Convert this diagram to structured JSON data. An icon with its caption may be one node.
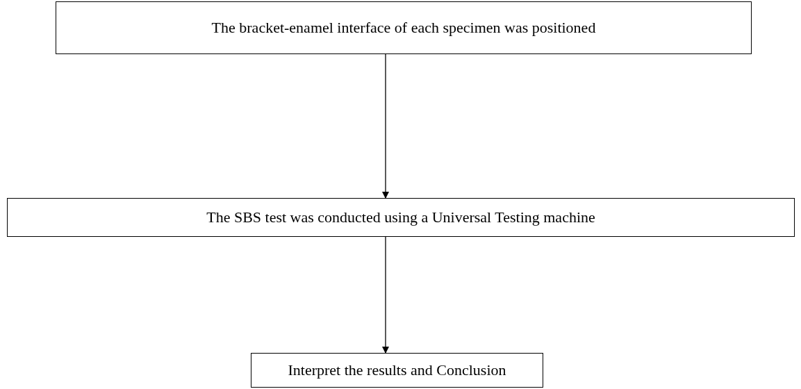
{
  "diagram": {
    "nodes": [
      {
        "text": [
          "The bracket-enamel interface of each specimen was positioned"
        ]
      },
      {
        "text": [
          "The SBS test was conducted using a Universal Testing machine"
        ]
      },
      {
        "text": [
          "Interpret the results and Conclusion"
        ]
      }
    ],
    "edges": [
      {
        "from": 0,
        "to": 1,
        "arrow": "to"
      },
      {
        "from": 1,
        "to": 2,
        "arrow": "to"
      }
    ]
  }
}
